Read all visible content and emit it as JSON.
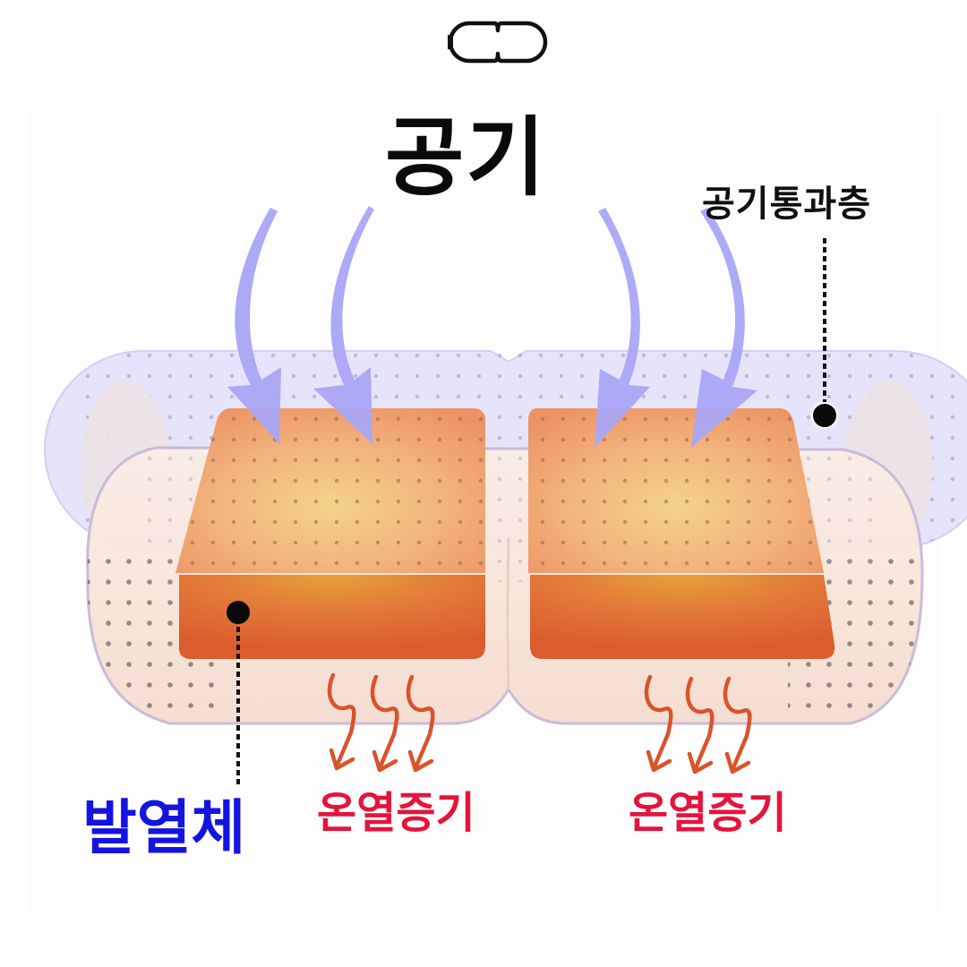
{
  "diagram": {
    "title": "공기",
    "labels": {
      "air_permeable_layer": "공기통과층",
      "heating_element": "발열체",
      "warm_steam_left": "온열증기",
      "warm_steam_right": "온열증기"
    },
    "icons": {
      "top": "eye-mask-outline-icon",
      "air_flow": "curved-down-arrow-icon",
      "steam": "wavy-down-arrow-icon",
      "leader_dot": "callout-dot-icon"
    },
    "colors": {
      "air_arrow": "#a9a6f5",
      "air_layer": "#e6e4fb",
      "mask_base": "#f8e4da",
      "heater_top": "#f0a070",
      "heater_center": "#f2d48a",
      "heater_bottom": "#e0602c",
      "steam_arrow": "#d9532b",
      "heater_label": "#1414e0",
      "steam_label": "#e4143c",
      "title": "#0a0a0a"
    }
  }
}
